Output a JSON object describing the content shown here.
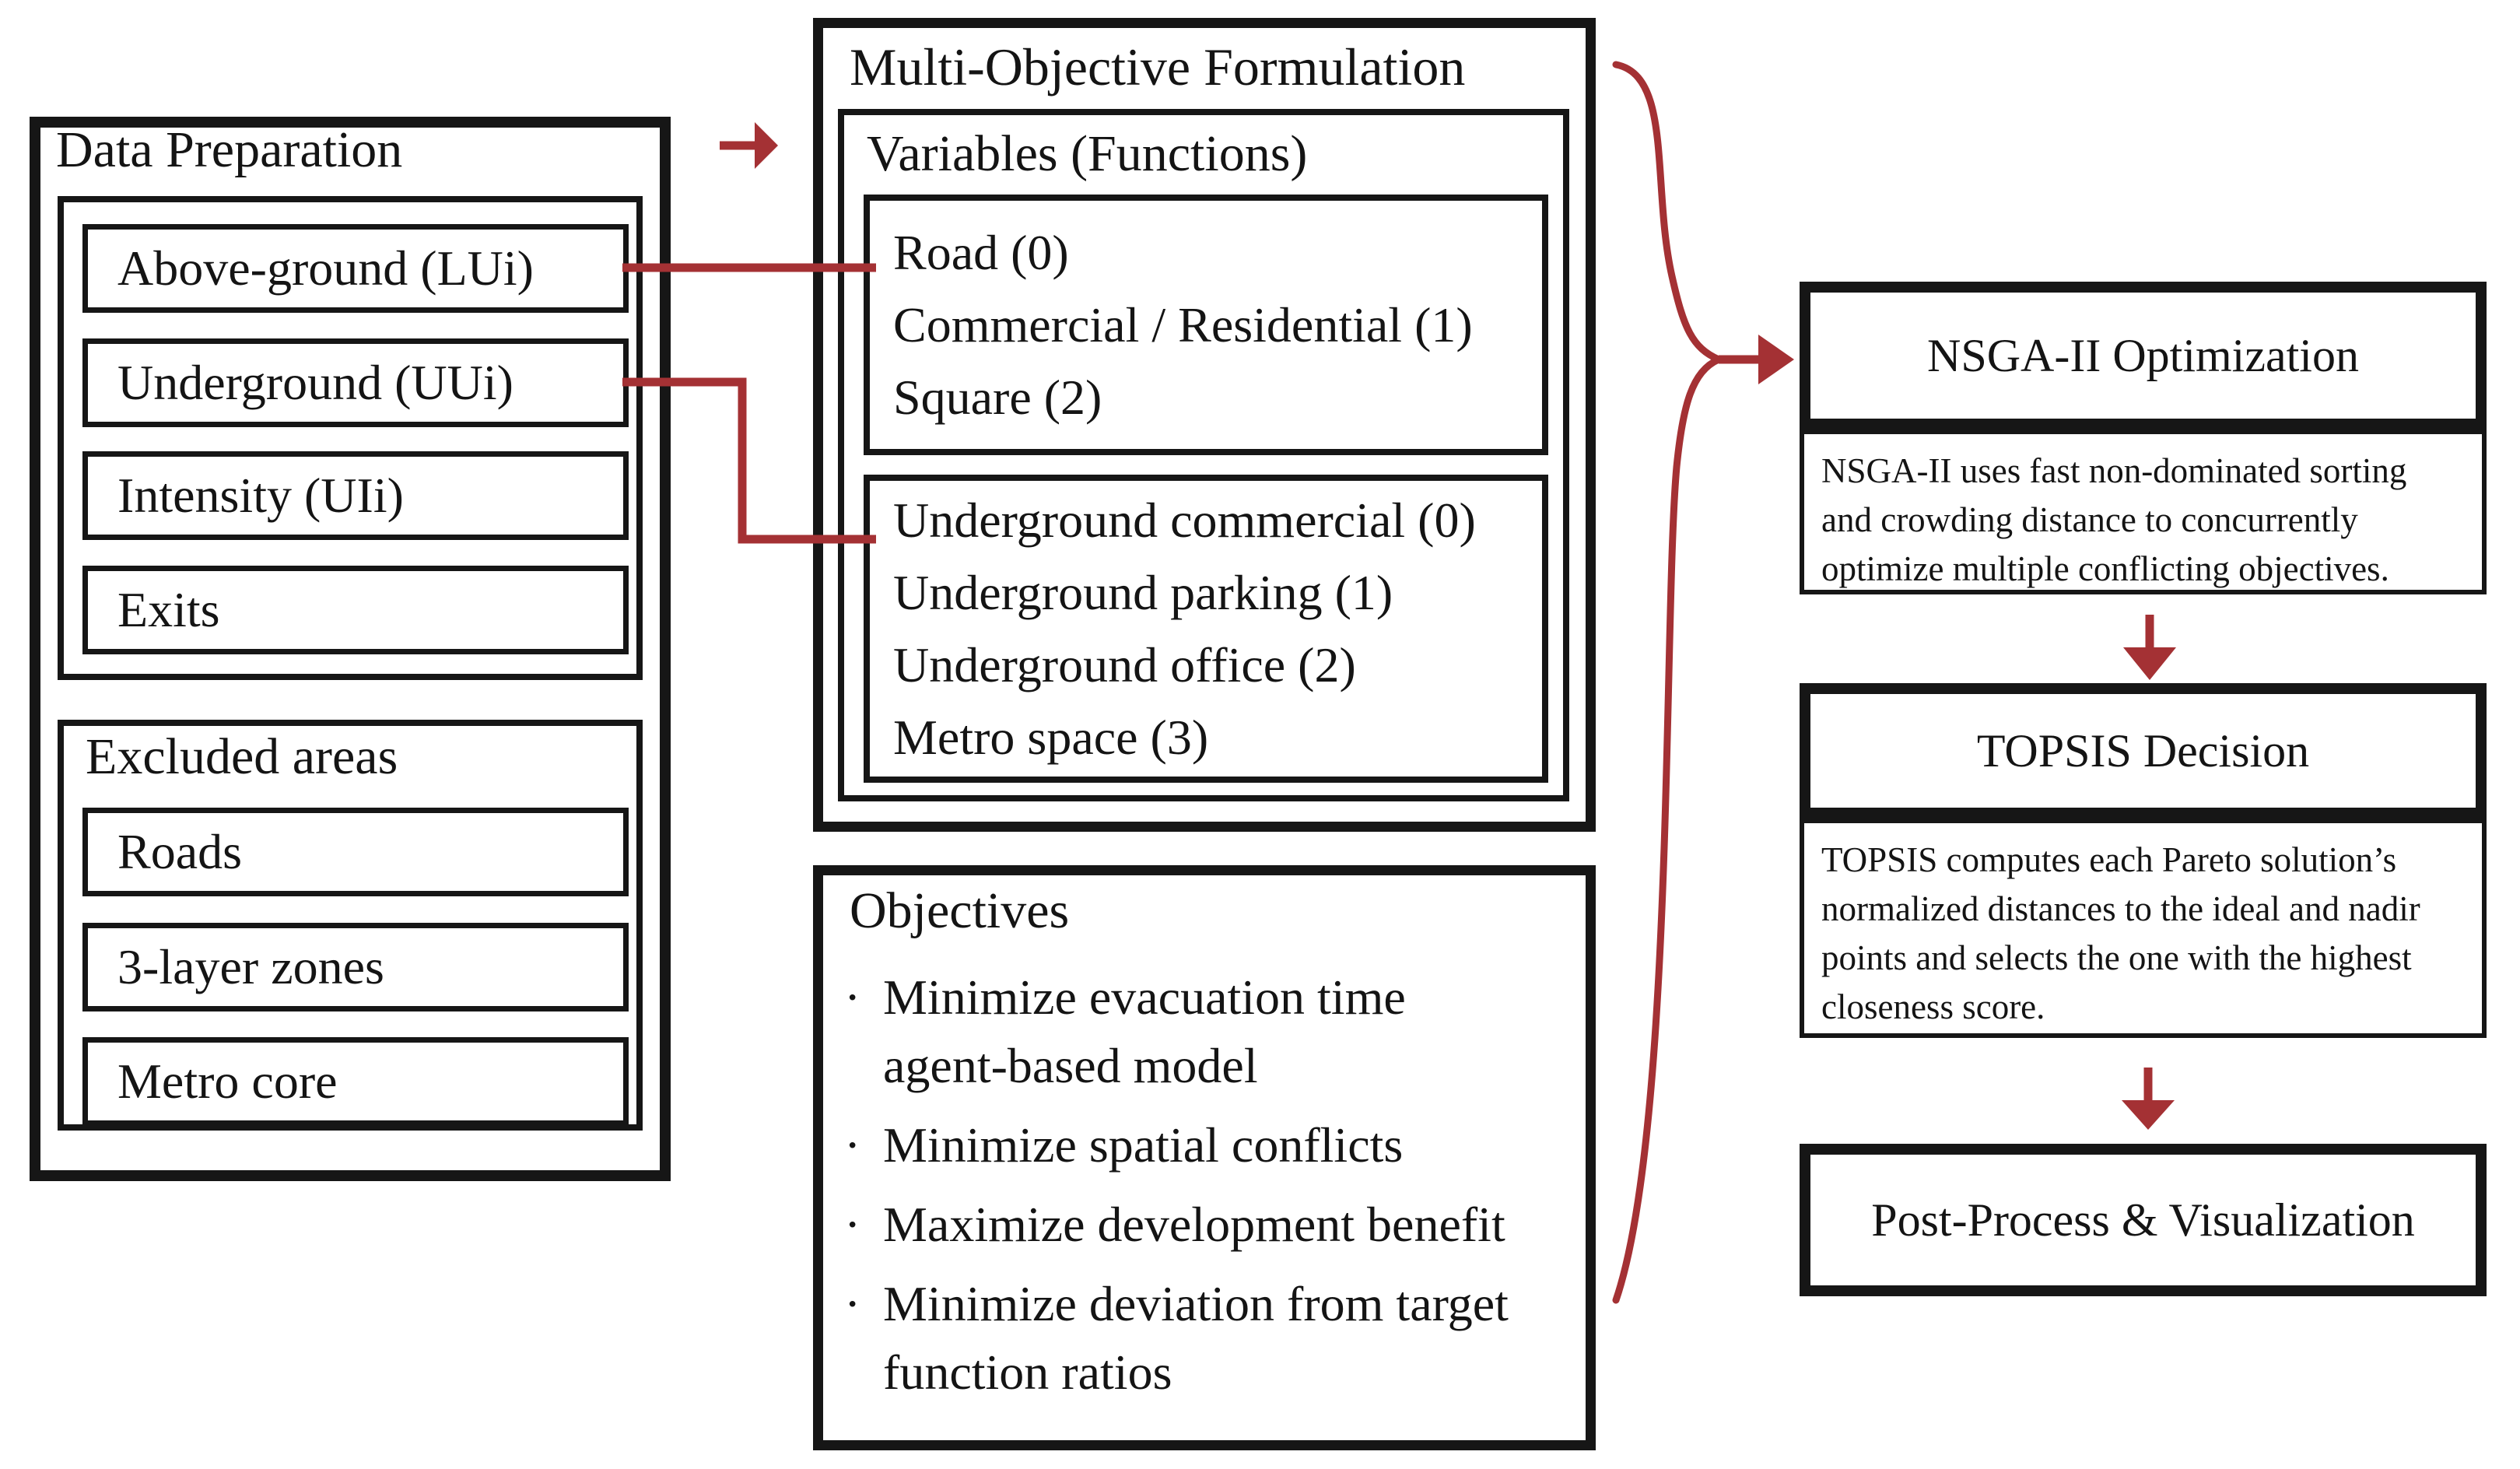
{
  "colors": {
    "connector": "#a43134",
    "border": "#161616",
    "text": "#141414",
    "background": "#ffffff"
  },
  "data_preparation": {
    "title": "Data Preparation",
    "inputs": [
      "Above-ground (LUi)",
      "Underground (UUi)",
      "Intensity (UIi)",
      "Exits"
    ],
    "excluded_areas": {
      "title": "Excluded areas",
      "items": [
        "Roads",
        "3-layer zones",
        "Metro core"
      ]
    }
  },
  "formulation": {
    "title": "Multi-Objective Formulation",
    "variables": {
      "title": "Variables (Functions)",
      "above_ground": [
        "Road (0)",
        "Commercial / Residential (1)",
        "Square (2)"
      ],
      "underground": [
        "Underground commercial (0)",
        "Underground parking (1)",
        "Underground office (2)",
        "Metro space (3)"
      ]
    }
  },
  "objectives": {
    "title": "Objectives",
    "bullet": "·",
    "items": [
      {
        "line1": "Minimize evacuation time",
        "line2": "agent-based model"
      },
      {
        "line1": "Minimize spatial conflicts"
      },
      {
        "line1": "Maximize development benefit"
      },
      {
        "line1": "Minimize deviation from target",
        "line2": "function ratios"
      }
    ]
  },
  "pipeline": {
    "nsga": {
      "title": "NSGA-II Optimization",
      "description": "NSGA-II uses fast non-dominated sorting and crowding distance to concurrently optimize multiple conflicting objectives."
    },
    "topsis": {
      "title": "TOPSIS Decision",
      "description": "TOPSIS computes each Pareto solution’s normalized distances to the ideal and nadir points and selects the one with the highest closeness score."
    },
    "post_process": {
      "title": "Post-Process & Visualization"
    }
  }
}
